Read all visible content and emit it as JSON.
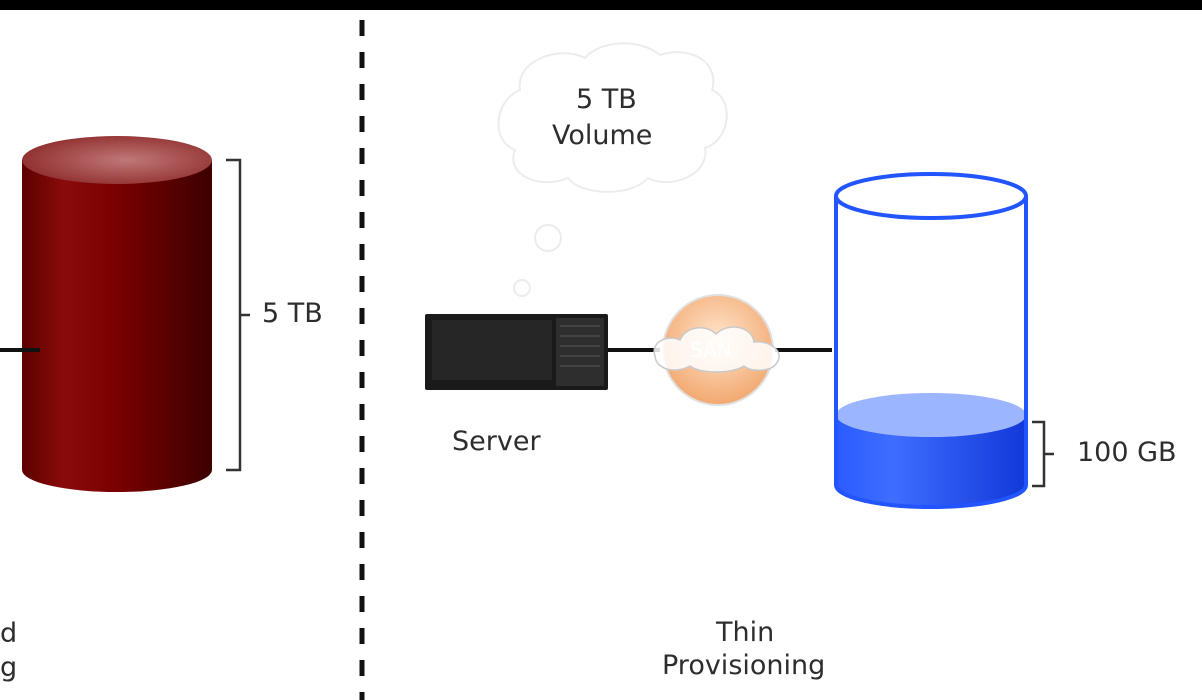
{
  "left": {
    "capacity_label": "5 TB",
    "caption_line1": "d",
    "caption_line2": "g",
    "cylinder_color": "#7a0000"
  },
  "right": {
    "thought_bubble_line1": "5 TB",
    "thought_bubble_line2": "Volume",
    "server_label": "Server",
    "network_label": "SAN",
    "used_capacity_label": "100 GB",
    "caption_line1": "Thin",
    "caption_line2": "Provisioning",
    "cylinder_color": "#1a4cff"
  }
}
